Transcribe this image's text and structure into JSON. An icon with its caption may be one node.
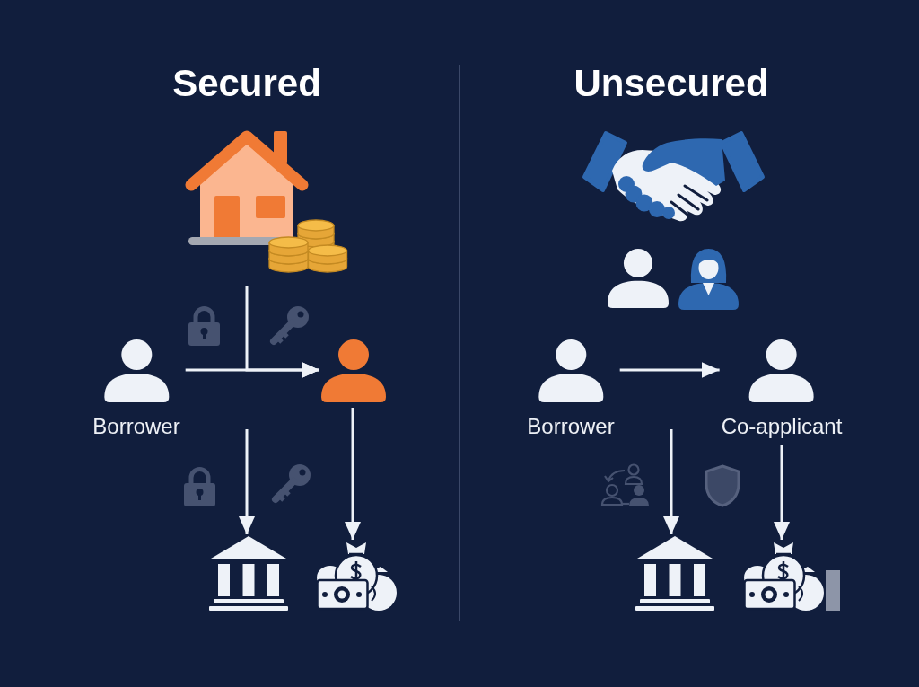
{
  "diagram": {
    "nodes": [
      {
        "text": [],
        "shape": "picture"
      },
      {
        "text": [
          "Borrower"
        ]
      },
      {
        "text": [],
        "shape": "person"
      },
      {
        "text": [],
        "shape": "picture"
      },
      {
        "text": [],
        "shape": "picture"
      },
      {
        "text": [
          "Borrower"
        ]
      },
      {
        "text": [
          "Co-applicant"
        ]
      },
      {
        "text": [],
        "shape": "picture"
      },
      {
        "text": [],
        "shape": "picture"
      }
    ],
    "edges": [
      {
        "from": 1,
        "to": 2,
        "arrow": "to"
      },
      {
        "from": 0,
        "to": 2,
        "arrow": "to"
      },
      {
        "from": null,
        "to": 3,
        "arrow": "to"
      },
      {
        "from": 2,
        "to": 4,
        "arrow": "to"
      },
      {
        "from": 5,
        "to": 6,
        "arrow": "to"
      },
      {
        "from": null,
        "to": 7,
        "arrow": "to"
      },
      {
        "from": 6,
        "to": 8,
        "arrow": "to"
      }
    ],
    "labels": [
      "Secured",
      "Unsecured"
    ]
  }
}
